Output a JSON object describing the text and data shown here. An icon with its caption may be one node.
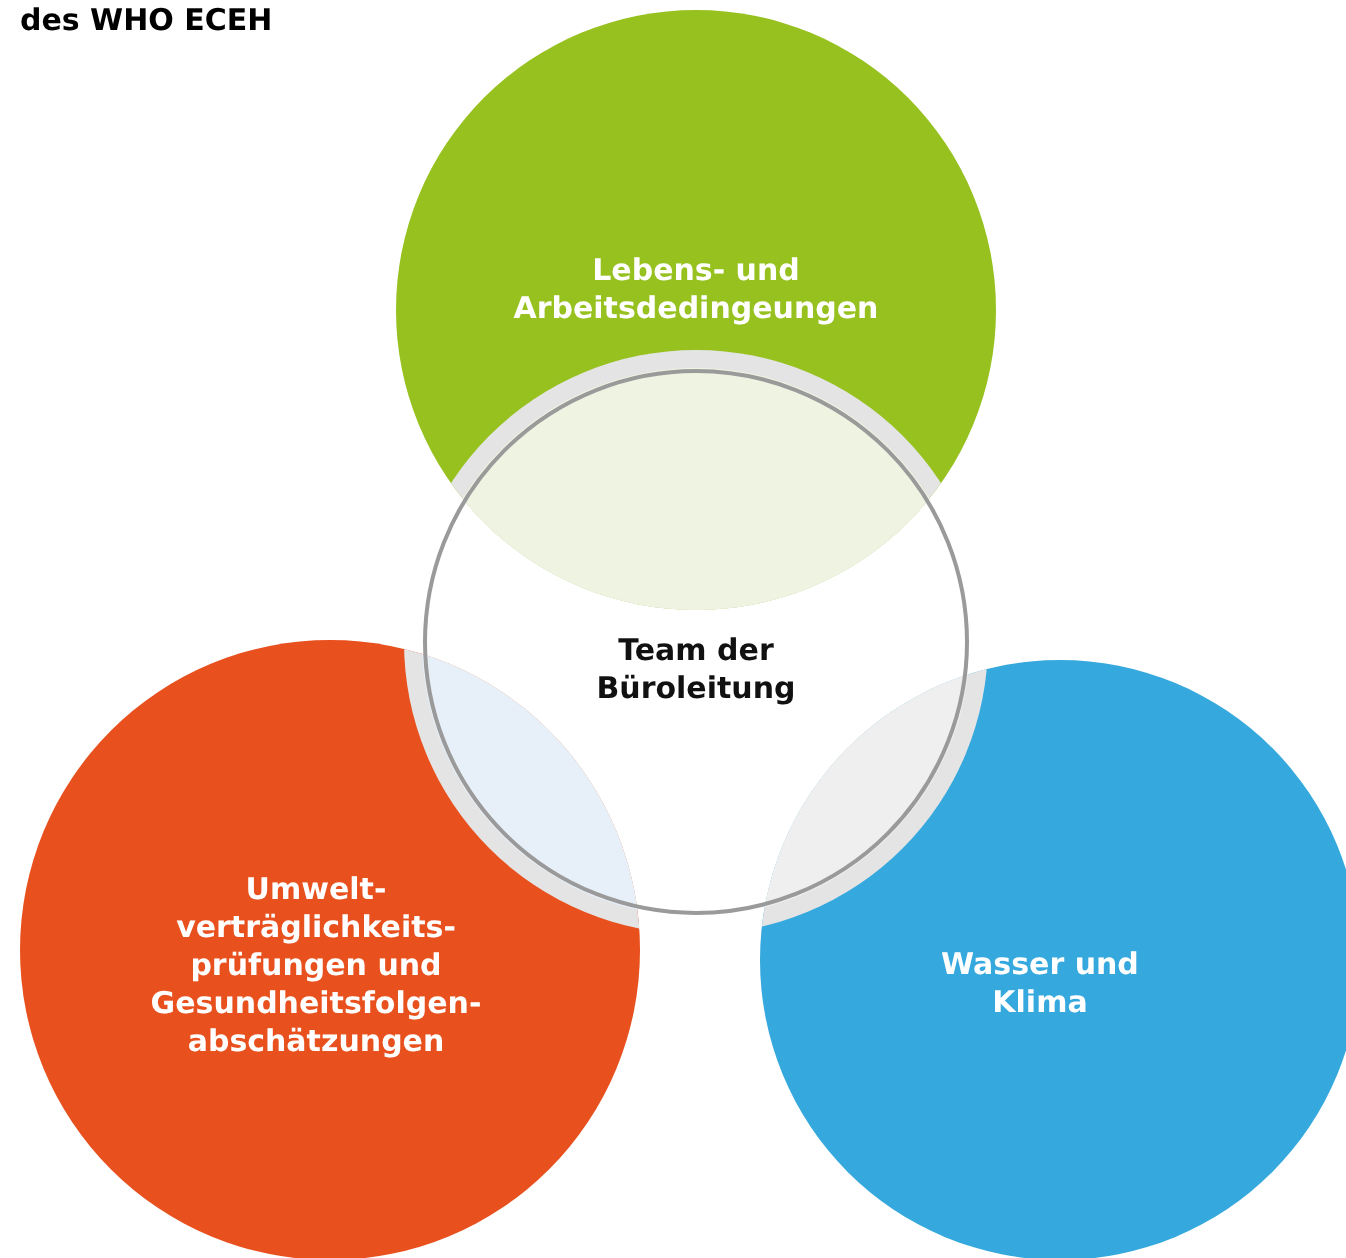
{
  "diagram": {
    "title": "des WHO ECEH",
    "nodes": [
      {
        "text": [
          "Lebens- und Arbeitsdedingeungen"
        ]
      },
      {
        "text": [
          "Team der Büroleitung"
        ]
      },
      {
        "text": [
          "Umwelt-verträglichkeits-prüfungen und Gesundheitsfolgen-abschätzungen"
        ]
      },
      {
        "text": [
          "Wasser und Klima"
        ]
      }
    ]
  }
}
